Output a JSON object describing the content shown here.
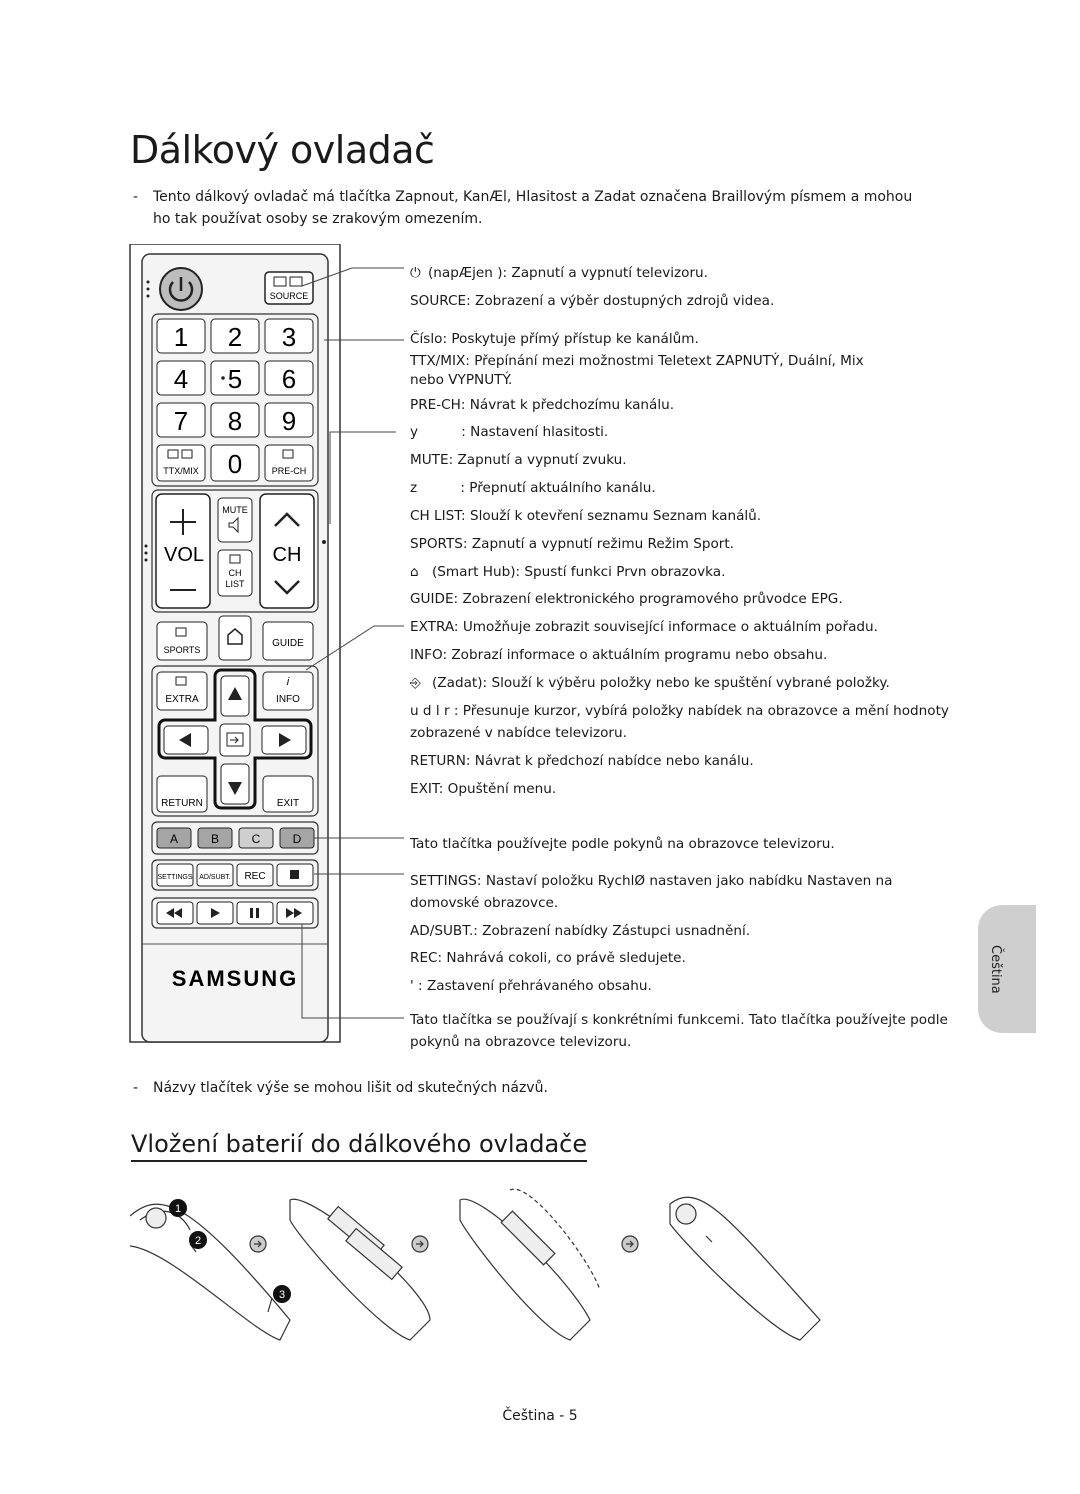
{
  "page": {
    "title": "Dálkový ovladač",
    "intro_dash": "-",
    "intro": "Tento dálkový ovladač má tlačítka Zapnout, KanÆl, Hlasitost a Zadat označena Braillovým písmem a mohou ho tak používat osoby se zrakovým omezením.",
    "footnote_dash": "-",
    "footnote": "Názvy tlačítek výše se mohou lišit od skutečných názvů.",
    "section2_title": "Vložení baterií do dálkového ovladače",
    "footer": "Čeština - 5",
    "side_tab": "Čeština"
  },
  "descriptions": [
    "(napÆjen ): Zapnutí a vypnutí televizoru.",
    "SOURCE: Zobrazení a výběr dostupných zdrojů videa.",
    "Číslo: Poskytuje přímý přístup ke kanálům.",
    "TTX/MIX: Přepínání mezi možnostmi Teletext ZAPNUTÝ, Duální, Mix nebo VYPNUTÝ.",
    "PRE-CH: Návrat k předchozímu kanálu.",
    "y          : Nastavení hlasitosti.",
    "MUTE: Zapnutí a vypnutí zvuku.",
    "z          : Přepnutí aktuálního kanálu.",
    "CH LIST: Slouží k otevření seznamu Seznam kanálů.",
    "SPORTS: Zapnutí a vypnutí režimu Režim Sport.",
    "(Smart Hub): Spustí funkci Prvn  obrazovka.",
    "GUIDE: Zobrazení elektronického programového průvodce EPG.",
    "EXTRA: Umožňuje zobrazit související informace o aktuálním pořadu.",
    "INFO: Zobrazí informace o aktuálním programu nebo obsahu.",
    "(Zadat): Slouží k výběru položky nebo ke spuštění vybrané položky.",
    "u  d  l  r : Přesunuje kurzor, vybírá položky nabídek na obrazovce a mění hodnoty zobrazené v nabídce televizoru.",
    "RETURN: Návrat k předchozí nabídce nebo kanálu.",
    "EXIT: Opuštění menu.",
    "Tato tlačítka používejte podle pokynů na obrazovce televizoru.",
    "SETTINGS: Nastaví položku RychlØ nastaven  jako nabídku Nastaven  na domovské obrazovce.",
    "AD/SUBT.: Zobrazení nabídky Zástupci usnadnění.",
    "REC: Nahrává cokoli, co právě sledujete.",
    "' : Zastavení přehrávaného obsahu.",
    "Tato tlačítka se používají s konkrétními funkcemi. Tato tlačítka používejte podle pokynů na obrazovce televizoru."
  ],
  "remote": {
    "source": "SOURCE",
    "digits": [
      "1",
      "2",
      "3",
      "4",
      "5",
      "6",
      "7",
      "8",
      "9",
      "0"
    ],
    "ttx": "TTX/MIX",
    "prech": "PRE-CH",
    "vol": "VOL",
    "ch": "CH",
    "mute": "MUTE",
    "chlist1": "CH",
    "chlist2": "LIST",
    "sports": "SPORTS",
    "guide": "GUIDE",
    "extra": "EXTRA",
    "info": "INFO",
    "return": "RETURN",
    "exit": "EXIT",
    "colors": [
      "A",
      "B",
      "C",
      "D"
    ],
    "settings": "SETTINGS",
    "adsubt": "AD/SUBT.",
    "rec": "REC",
    "brand": "SAMSUNG"
  },
  "battery_steps": [
    "1",
    "2",
    "3"
  ]
}
